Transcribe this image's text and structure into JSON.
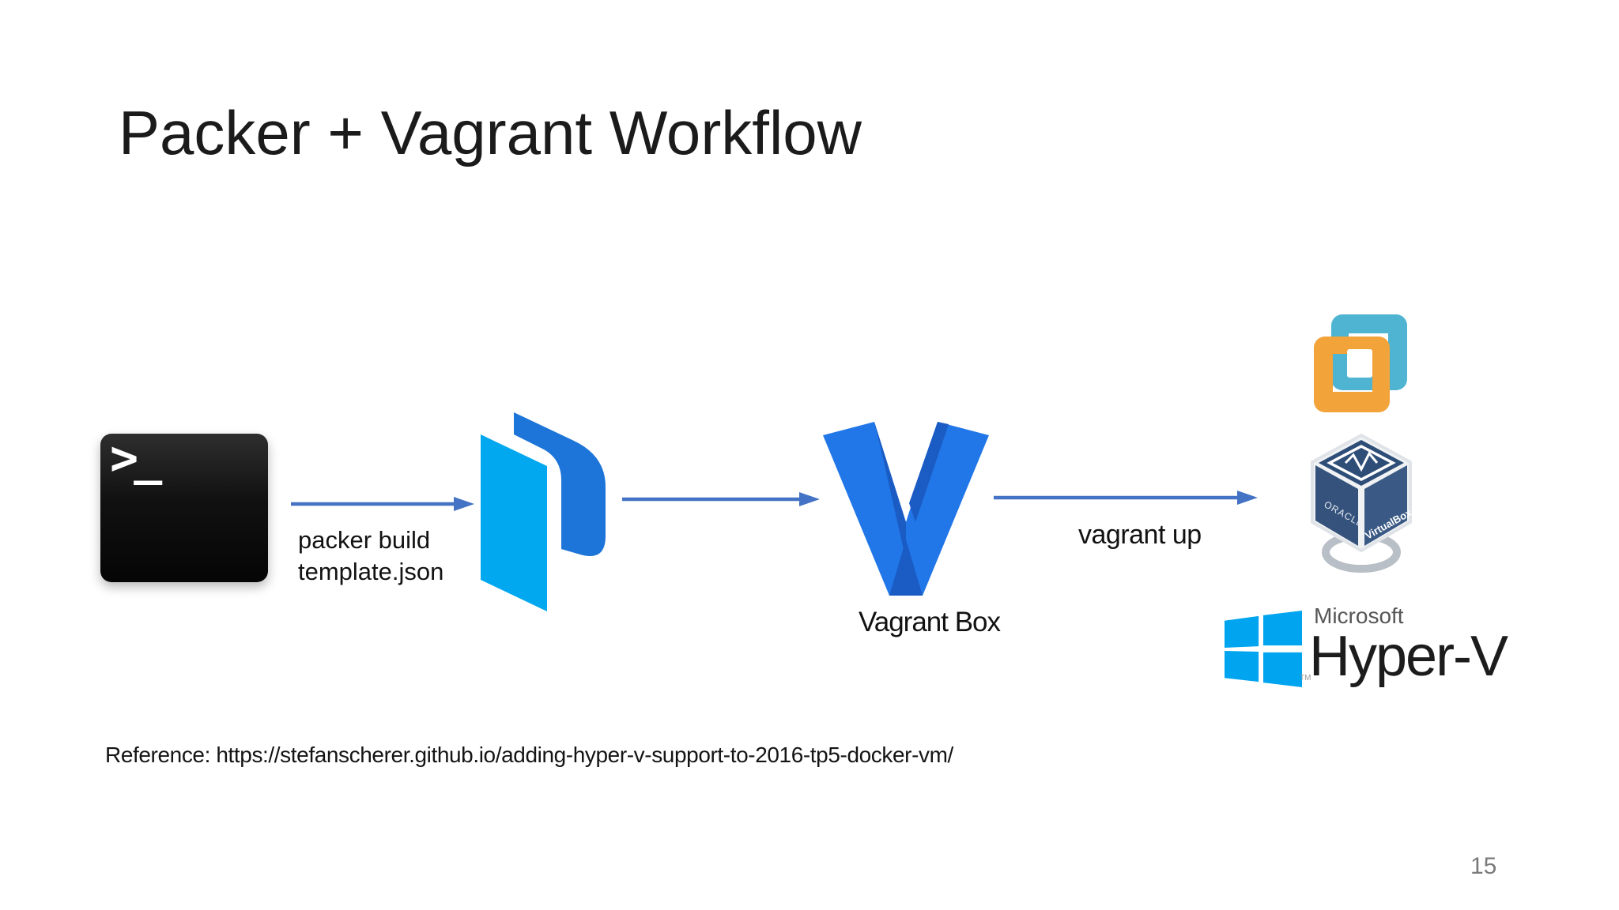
{
  "slide": {
    "title": "Packer + Vagrant Workflow",
    "page_number": "15",
    "reference": "Reference: https://stefanscherer.github.io/adding-hyper-v-support-to-2016-tp5-docker-vm/"
  },
  "workflow": {
    "terminal_prompt": ">_",
    "packer_build_line1": "packer build",
    "packer_build_line2": "template.json",
    "vagrant_box_label": "Vagrant Box",
    "vagrant_up_label": "vagrant up"
  },
  "logos": {
    "virtualbox": {
      "oracle_label": "ORACLE",
      "name_label": "VirtualBox"
    },
    "hyperv": {
      "brand": "Microsoft",
      "name": "Hyper-V",
      "tm": "TM"
    }
  },
  "colors": {
    "arrow": "#4472C4",
    "packer_light": "#02A8EF",
    "packer_dark": "#1D74D9",
    "vagrant_bright": "#2277E8",
    "vagrant_dark": "#1A5BC4",
    "windows_blue": "#00A4EF",
    "vmware_teal": "#4FB3D2",
    "vmware_orange": "#F2A33A",
    "virtualbox_navy": "#34527B"
  }
}
